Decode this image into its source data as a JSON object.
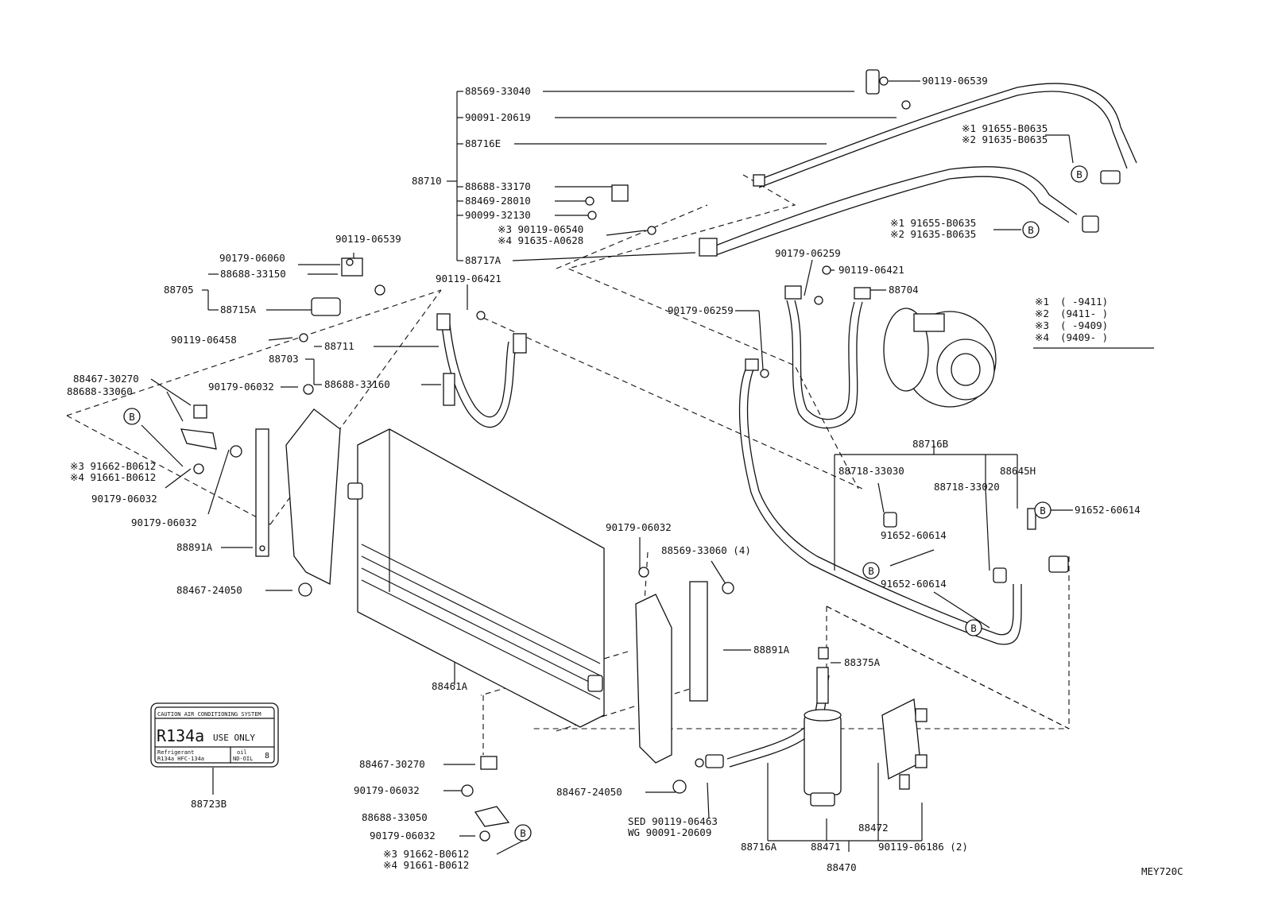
{
  "diagram_code": "MEY720C",
  "ref_badge": "B",
  "legend": {
    "rows": [
      {
        "mark": "※1",
        "range": "(      -9411)"
      },
      {
        "mark": "※2",
        "range": "(9411-      )"
      },
      {
        "mark": "※3",
        "range": "(      -9409)"
      },
      {
        "mark": "※4",
        "range": "(9409-      )"
      }
    ]
  },
  "caution_label": {
    "header": "CAUTION AIR CONDITIONING SYSTEM",
    "main_a": "R134a",
    "main_b": "USE ONLY",
    "sub_left_1": "Refrigerant",
    "sub_left_2": "R134a HFC-134a",
    "sub_right_1": "oil",
    "sub_right_2": "ND-OIL",
    "sub_right_3": "8"
  },
  "labels": {
    "p88569_33040": "88569-33040",
    "p90091_20619": "90091-20619",
    "p88716E": "88716E",
    "p88710": "88710",
    "p88688_33170": "88688-33170",
    "p88469_28010": "88469-28010",
    "p90099_32130": "90099-32130",
    "p3_90119_06540": "※3  90119-06540",
    "p4_91635_A0628": "※4  91635-A0628",
    "p88717A": "88717A",
    "p90119_06539_top": "90119-06539",
    "p1_91655_B0635_a": "※1  91655-B0635",
    "p2_91635_B0635_a": "※2  91635-B0635",
    "p1_91655_B0635_b": "※1  91655-B0635",
    "p2_91635_B0635_b": "※2  91635-B0635",
    "p90179_06259_a": "90179-06259",
    "p90119_06421_a": "90119-06421",
    "p88704": "88704",
    "p90179_06259_b": "90179-06259",
    "p90119_06539_left": "90119-06539",
    "p90179_06060": "90179-06060",
    "p88688_33150": "88688-33150",
    "p88705": "88705",
    "p88715A": "88715A",
    "p90119_06458": "90119-06458",
    "p90119_06421_b": "90119-06421",
    "p88711": "88711",
    "p88703": "88703",
    "p88688_33160": "88688-33160",
    "p88467_30270_a": "88467-30270",
    "p88688_33060": "88688-33060",
    "p90179_06032_a": "90179-06032",
    "p3_91662_B0612_a": "※3  91662-B0612",
    "p4_91661_B0612_a": "※4  91661-B0612",
    "p90179_06032_b": "90179-06032",
    "p90179_06032_c": "90179-06032",
    "p88891A_a": "88891A",
    "p88467_24050_a": "88467-24050",
    "p88716B": "88716B",
    "p88718_33030": "88718-33030",
    "p88645H": "88645H",
    "p88718_33020": "88718-33020",
    "p91652_60614_a": "91652-60614",
    "p91652_60614_b": "91652-60614",
    "p91652_60614_c": "91652-60614",
    "p90179_06032_d": "90179-06032",
    "p88569_33060": "88569-33060 (4)",
    "p88891A_b": "88891A",
    "p88461A": "88461A",
    "p88375A": "88375A",
    "p88467_30270_b": "88467-30270",
    "p90179_06032_e": "90179-06032",
    "p88688_33050": "88688-33050",
    "p90179_06032_f": "90179-06032",
    "p3_91662_B0612_b": "※3  91662-B0612",
    "p4_91661_B0612_b": "※4  91661-B0612",
    "p88467_24050_b": "88467-24050",
    "p_sed": "SED  90119-06463",
    "p_wg": "WG   90091-20609",
    "p88716A": "88716A",
    "p88471": "88471",
    "p88472": "88472",
    "p90119_06186": "90119-06186 (2)",
    "p88470": "88470",
    "p88723B": "88723B"
  }
}
